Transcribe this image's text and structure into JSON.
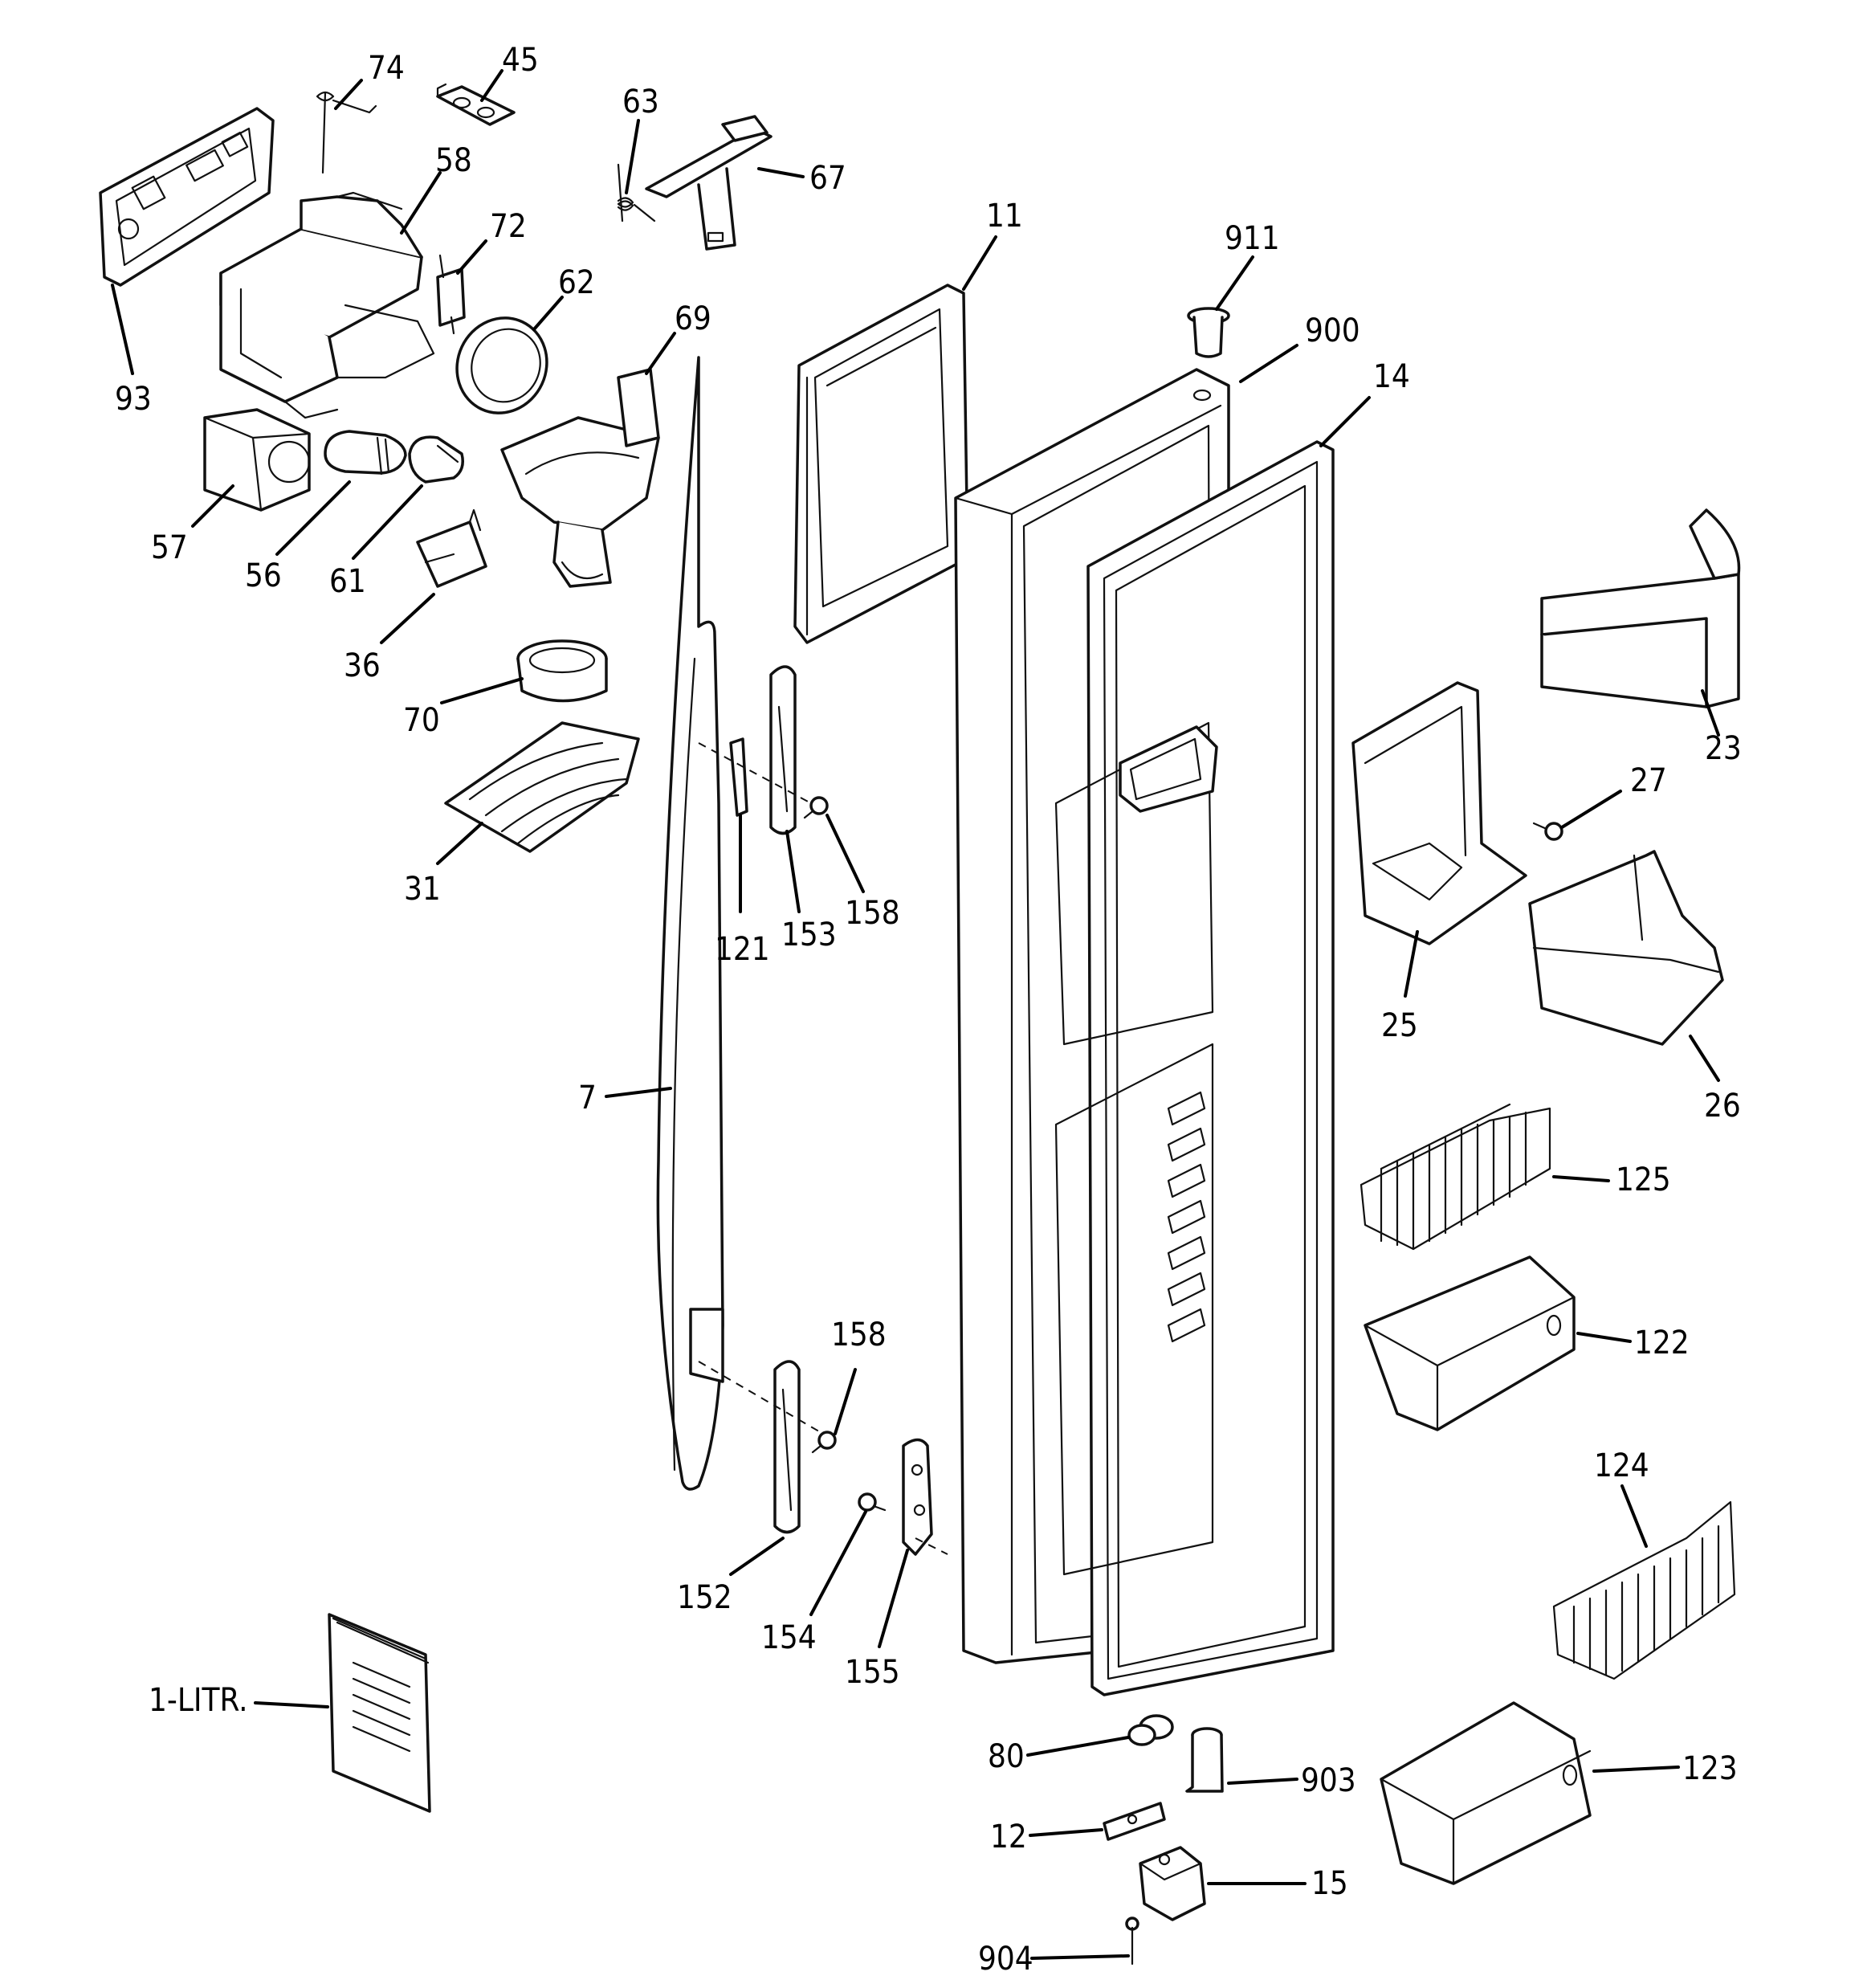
{
  "diagram": {
    "callouts": [
      {
        "id": "74",
        "text": "74"
      },
      {
        "id": "45",
        "text": "45"
      },
      {
        "id": "63",
        "text": "63"
      },
      {
        "id": "67",
        "text": "67"
      },
      {
        "id": "58",
        "text": "58"
      },
      {
        "id": "72",
        "text": "72"
      },
      {
        "id": "62",
        "text": "62"
      },
      {
        "id": "69",
        "text": "69"
      },
      {
        "id": "93",
        "text": "93"
      },
      {
        "id": "57",
        "text": "57"
      },
      {
        "id": "56",
        "text": "56"
      },
      {
        "id": "61",
        "text": "61"
      },
      {
        "id": "36",
        "text": "36"
      },
      {
        "id": "70",
        "text": "70"
      },
      {
        "id": "31",
        "text": "31"
      },
      {
        "id": "11",
        "text": "11"
      },
      {
        "id": "911",
        "text": "911"
      },
      {
        "id": "900",
        "text": "900"
      },
      {
        "id": "14",
        "text": "14"
      },
      {
        "id": "23",
        "text": "23"
      },
      {
        "id": "27",
        "text": "27"
      },
      {
        "id": "25",
        "text": "25"
      },
      {
        "id": "26",
        "text": "26"
      },
      {
        "id": "121",
        "text": "121"
      },
      {
        "id": "153",
        "text": "153"
      },
      {
        "id": "158a",
        "text": "158"
      },
      {
        "id": "7",
        "text": "7"
      },
      {
        "id": "125",
        "text": "125"
      },
      {
        "id": "122",
        "text": "122"
      },
      {
        "id": "158b",
        "text": "158"
      },
      {
        "id": "124",
        "text": "124"
      },
      {
        "id": "152",
        "text": "152"
      },
      {
        "id": "154",
        "text": "154"
      },
      {
        "id": "155",
        "text": "155"
      },
      {
        "id": "1-litr",
        "text": "1-LITR."
      },
      {
        "id": "80",
        "text": "80"
      },
      {
        "id": "903",
        "text": "903"
      },
      {
        "id": "123",
        "text": "123"
      },
      {
        "id": "12",
        "text": "12"
      },
      {
        "id": "15",
        "text": "15"
      },
      {
        "id": "904",
        "text": "904"
      }
    ]
  }
}
